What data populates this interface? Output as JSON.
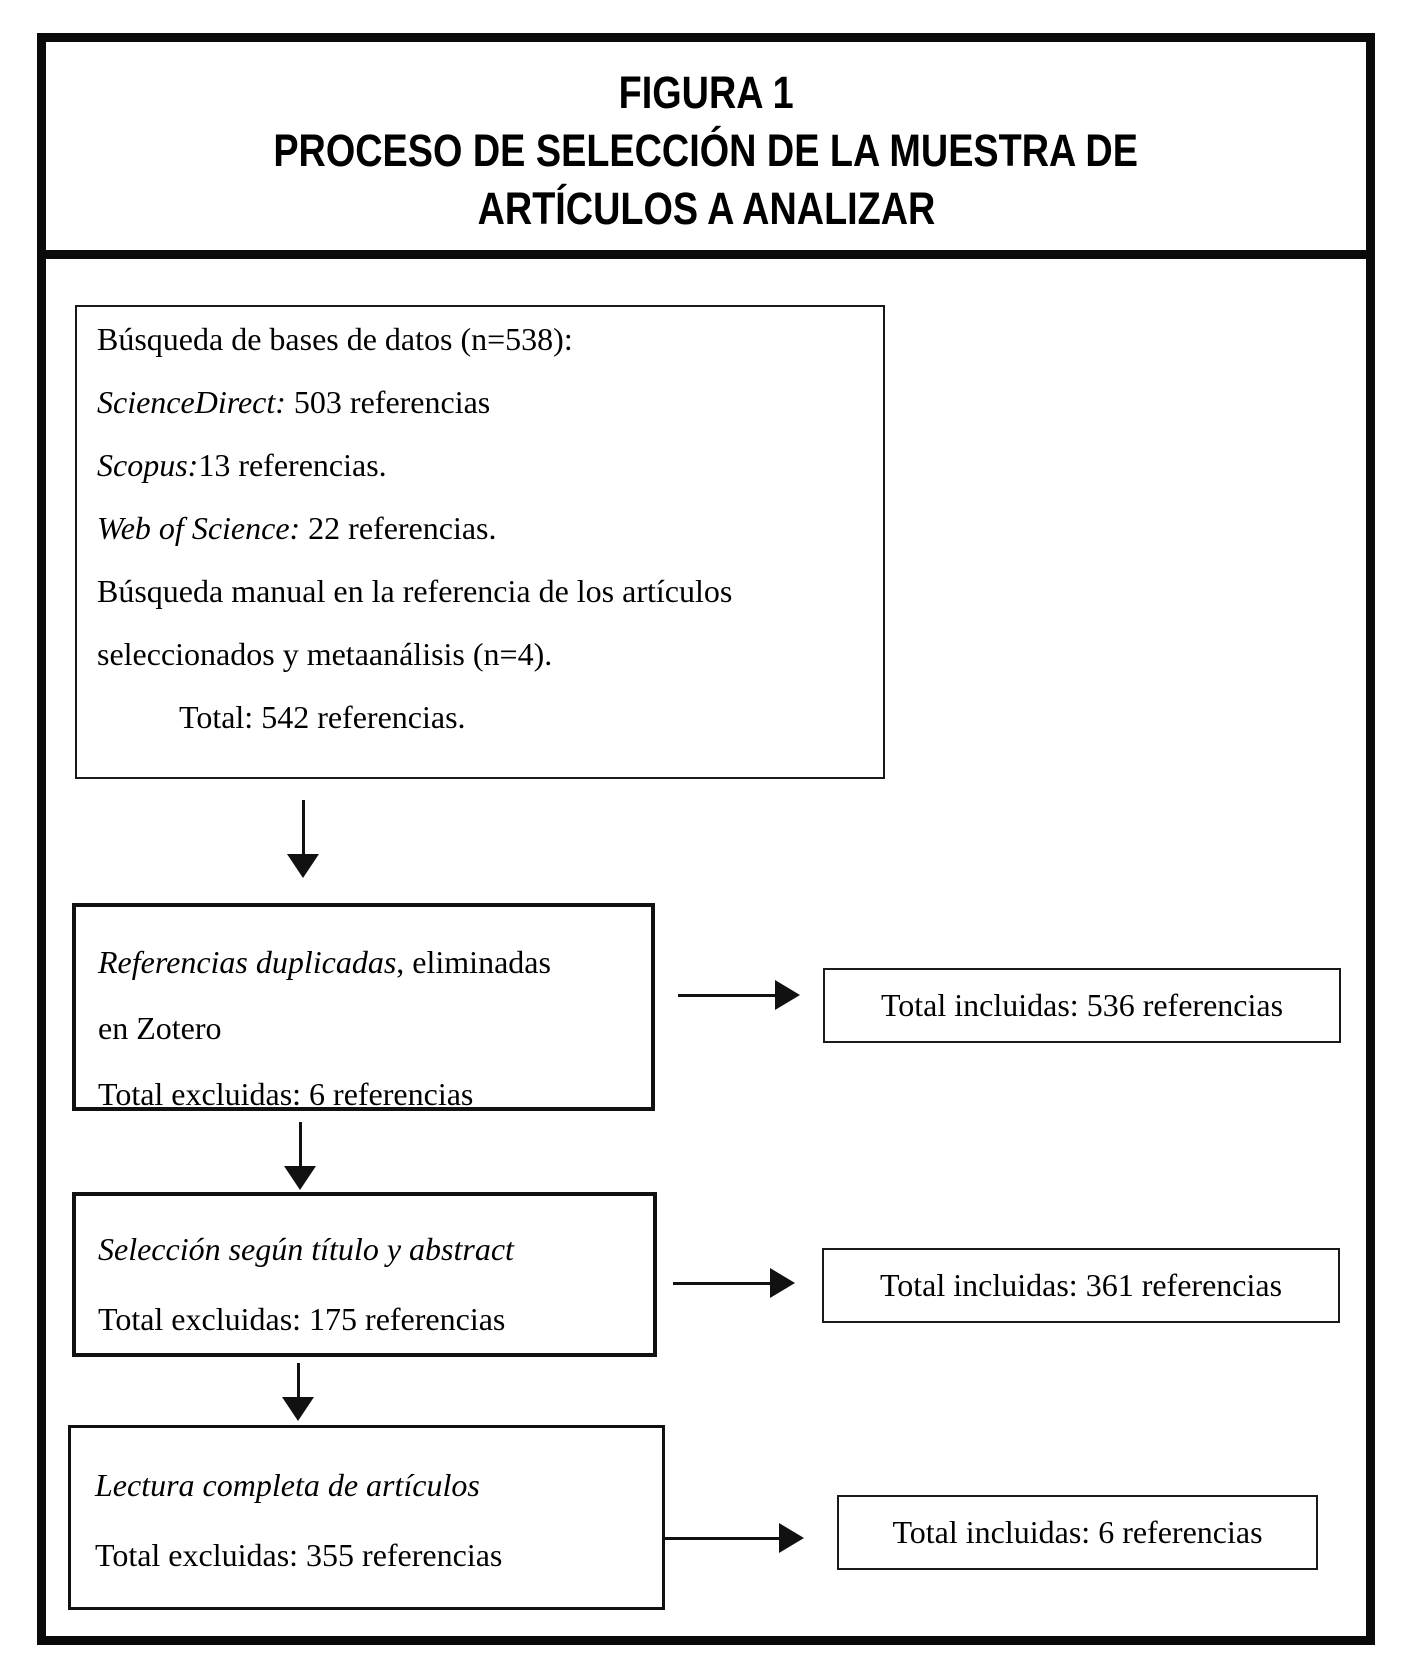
{
  "figure": {
    "title_line1": "FIGURA 1",
    "title_line2": "PROCESO DE SELECCIÓN DE LA MUESTRA DE",
    "title_line3": "ARTÍCULOS A ANALIZAR"
  },
  "search_box": {
    "header": "Búsqueda de bases de datos (n=538):",
    "sciencedirect_label": "ScienceDirect:",
    "sciencedirect_value": " 503 referencias",
    "scopus_label": "Scopus:",
    "scopus_value": "13 referencias.",
    "wos_label": "Web of Science:",
    "wos_value": " 22 referencias.",
    "manual_line1": "Búsqueda manual en la referencia de los artículos",
    "manual_line2": "seleccionados y metaanálisis (n=4).",
    "total": "Total: 542 referencias."
  },
  "duplicates_box": {
    "label_italic": "Referencias duplicadas",
    "label_rest": ", eliminadas",
    "line2": "en Zotero",
    "excluded": "Total excluidas: 6 referencias"
  },
  "included_after_duplicates": "Total incluidas: 536 referencias",
  "title_abstract_box": {
    "label_italic": "Selección según título y abstract",
    "excluded": "Total excluidas: 175 referencias"
  },
  "included_after_title_abstract": "Total incluidas: 361 referencias",
  "full_text_box": {
    "label_italic": "Lectura completa de artículos",
    "excluded": "Total excluidas: 355 referencias"
  },
  "included_after_full_text": "Total incluidas: 6 referencias",
  "colors": {
    "line": "#111111",
    "background": "#ffffff",
    "text": "#000000"
  }
}
